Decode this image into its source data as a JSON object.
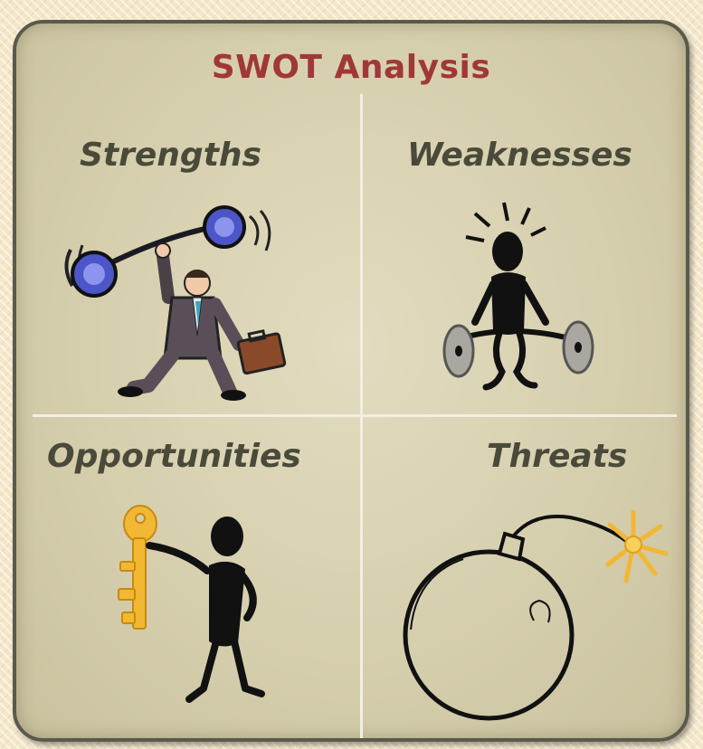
{
  "diagram": {
    "title": "SWOT Analysis",
    "quadrants": [
      {
        "label": "Strengths",
        "icon": "weightlifter-businessman-icon"
      },
      {
        "label": "Weaknesses",
        "icon": "struggling-weightlifter-icon"
      },
      {
        "label": "Opportunities",
        "icon": "figure-holding-key-icon"
      },
      {
        "label": "Threats",
        "icon": "bomb-icon"
      }
    ]
  },
  "colors": {
    "title": "#a03838",
    "labels": "#4a4a3a",
    "board": "#d6cfae",
    "border": "#5a5a4a",
    "divider": "#f2efe2"
  }
}
